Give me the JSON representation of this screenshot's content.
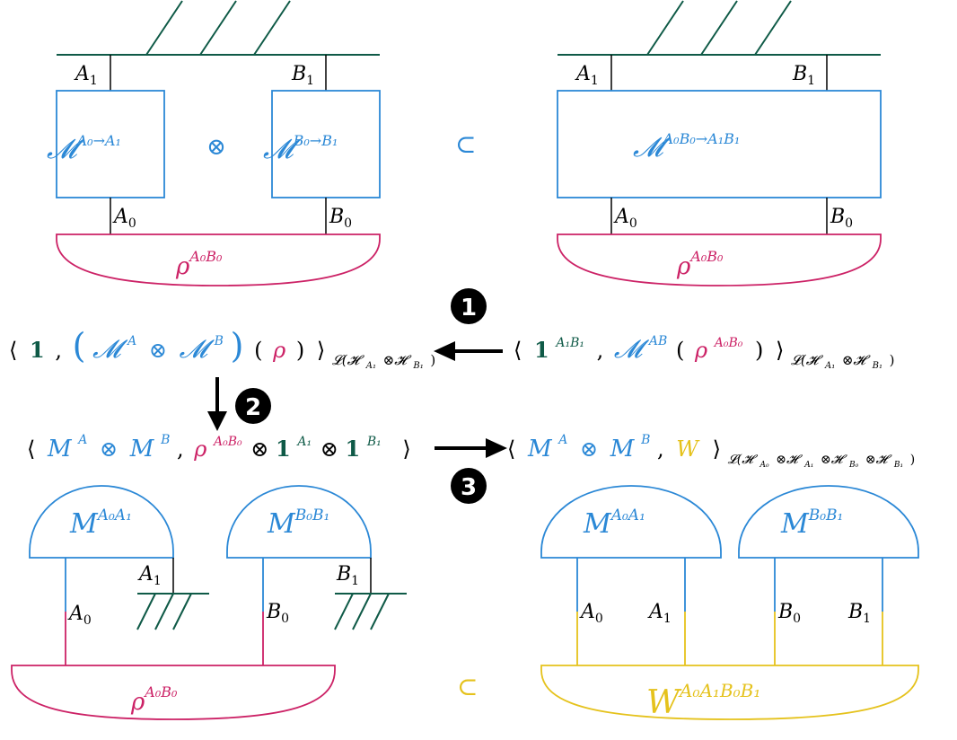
{
  "colors": {
    "green": "#0f5a47",
    "blue": "#2b88d6",
    "magenta": "#cc2266",
    "yellow": "#e5c21c",
    "black": "#000000"
  },
  "top_left": {
    "label_A1": "A",
    "label_A1_sub": "1",
    "label_B1": "B",
    "label_B1_sub": "1",
    "label_A0": "A",
    "label_A0_sub": "0",
    "label_B0": "B",
    "label_B0_sub": "0",
    "box_a_main": "𝓜",
    "box_a_sup": "A₀→A₁",
    "box_b_main": "𝓜",
    "box_b_sup": "B₀→B₁",
    "otimes": "⊗",
    "rho_main": "ρ",
    "rho_sup": "A₀B₀"
  },
  "subset_symbol": "⊂",
  "top_right": {
    "label_A1": "A",
    "label_A1_sub": "1",
    "label_B1": "B",
    "label_B1_sub": "1",
    "label_A0": "A",
    "label_A0_sub": "0",
    "label_B0": "B",
    "label_B0_sub": "0",
    "box_main": "𝓜",
    "box_sup": "A₀B₀→A₁B₁",
    "rho_main": "ρ",
    "rho_sup": "A₀B₀"
  },
  "steps": {
    "one": "1",
    "two": "2",
    "three": "3"
  },
  "eq_left": {
    "open": "⟨",
    "one": "1",
    "comma": ",",
    "lparen": "(",
    "M_A": "𝓜",
    "sup_A": "A",
    "otimes": "⊗",
    "M_B": "𝓜",
    "sup_B": "B",
    "rparen": ")",
    "rho": "ρ",
    "close": "⟩",
    "sub": "𝓛(𝓗",
    "sub_A1": "A₁",
    "sub_mid": "⊗𝓗",
    "sub_B1": "B₁",
    "sub_end": ")"
  },
  "eq_right": {
    "open": "⟨",
    "one": "1",
    "one_sup": "A₁B₁",
    "comma": ",",
    "M": "𝓜",
    "M_sup": "AB",
    "lparen": "(",
    "rho": "ρ",
    "rho_sup": "A₀B₀",
    "rparen": ")",
    "close": "⟩",
    "sub": "𝓛(𝓗",
    "sub_A1": "A₁",
    "sub_mid": "⊗𝓗",
    "sub_B1": "B₁",
    "sub_end": ")"
  },
  "eq_mid_left": {
    "open": "⟨",
    "M_A": "M",
    "sup_A": "A",
    "otimes": "⊗",
    "M_B": "M",
    "sup_B": "B",
    "comma": ",",
    "rho": "ρ",
    "rho_sup": "A₀B₀",
    "ot2": "⊗",
    "one1": "1",
    "one1_sup": "A₁",
    "ot3": "⊗",
    "one2": "1",
    "one2_sup": "B₁",
    "close": "⟩"
  },
  "eq_mid_right": {
    "open": "⟨",
    "M_A": "M",
    "sup_A": "A",
    "otimes": "⊗",
    "M_B": "M",
    "sup_B": "B",
    "comma": ",",
    "W": "W",
    "close": "⟩",
    "sub": "𝓛(𝓗",
    "s1": "A₀",
    "o1": "⊗𝓗",
    "s2": "A₁",
    "o2": "⊗𝓗",
    "s3": "B₀",
    "o3": "⊗𝓗",
    "s4": "B₁",
    "sub_end": ")"
  },
  "bottom_left": {
    "meas_a_main": "M",
    "meas_a_sup": "A₀A₁",
    "meas_b_main": "M",
    "meas_b_sup": "B₀B₁",
    "label_A1": "A",
    "label_A1_sub": "1",
    "label_B1": "B",
    "label_B1_sub": "1",
    "label_A0": "A",
    "label_A0_sub": "0",
    "label_B0": "B",
    "label_B0_sub": "0",
    "rho_main": "ρ",
    "rho_sup": "A₀B₀"
  },
  "bottom_right": {
    "meas_a_main": "M",
    "meas_a_sup": "A₀A₁",
    "meas_b_main": "M",
    "meas_b_sup": "B₀B₁",
    "label_A0": "A",
    "label_A0_sub": "0",
    "label_A1": "A",
    "label_A1_sub": "1",
    "label_B0": "B",
    "label_B0_sub": "0",
    "label_B1": "B",
    "label_B1_sub": "1",
    "W_main": "W",
    "W_sup": "A₀A₁B₀B₁"
  }
}
